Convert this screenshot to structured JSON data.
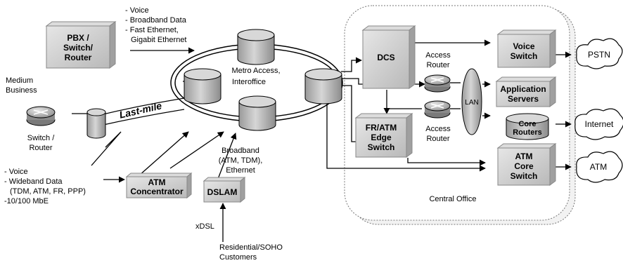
{
  "nodes": {
    "pbx": [
      "PBX /",
      "Switch/",
      "Router"
    ],
    "dcs": "DCS",
    "voice_switch": [
      "Voice",
      "Switch"
    ],
    "app_servers": [
      "Application",
      "Servers"
    ],
    "core_routers": [
      "Core",
      "Routers"
    ],
    "fr_atm": [
      "FR/ATM",
      "Edge",
      "Switch"
    ],
    "atm_core": [
      "ATM",
      "Core",
      "Switch"
    ],
    "atm_concentrator": [
      "ATM",
      "Concentrator"
    ],
    "dslam": "DSLAM",
    "lan": "LAN",
    "last_mile": "Last-mile"
  },
  "clouds": {
    "pstn": "PSTN",
    "internet": "Internet",
    "atm": "ATM"
  },
  "labels": {
    "pbx_list": [
      "- Voice",
      "- Broadband Data",
      "- Fast Ethernet,",
      "Gigabit Ethernet"
    ],
    "medium_business": [
      "Medium",
      "Business"
    ],
    "switch_router": [
      "Switch /",
      "Router"
    ],
    "metro": [
      "Metro Access,",
      "Interoffice"
    ],
    "access_router_top": [
      "Access",
      "Router"
    ],
    "access_router_bottom": [
      "Access",
      "Router"
    ],
    "broadband": [
      "Broadband",
      "(ATM, TDM),",
      "Ethernet"
    ],
    "wideband_list": [
      "- Voice",
      "- Wideband Data",
      "(TDM, ATM, FR, PPP)",
      "-10/100 MbE"
    ],
    "xdsl": "xDSL",
    "residential": [
      "Residential/SOHO",
      "Customers"
    ],
    "central_office": "Central Office"
  }
}
